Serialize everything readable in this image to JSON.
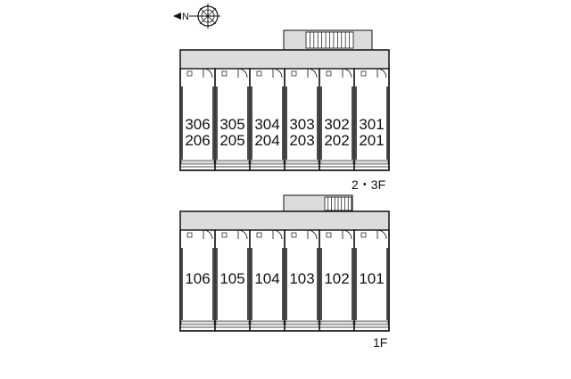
{
  "compass": {
    "north_letter": "N",
    "icon": "compass-rose-icon"
  },
  "floors": [
    {
      "id": "upper",
      "label": "2・3F",
      "units": [
        {
          "top": "306",
          "bottom": "206"
        },
        {
          "top": "305",
          "bottom": "205"
        },
        {
          "top": "304",
          "bottom": "204"
        },
        {
          "top": "303",
          "bottom": "203"
        },
        {
          "top": "302",
          "bottom": "202"
        },
        {
          "top": "301",
          "bottom": "201"
        }
      ]
    },
    {
      "id": "ground",
      "label": "1F",
      "units": [
        {
          "top": "106"
        },
        {
          "top": "105"
        },
        {
          "top": "104"
        },
        {
          "top": "103"
        },
        {
          "top": "102"
        },
        {
          "top": "101"
        }
      ]
    }
  ],
  "colors": {
    "line": "#111111",
    "corridor": "#dcdcdc",
    "background": "#ffffff"
  }
}
